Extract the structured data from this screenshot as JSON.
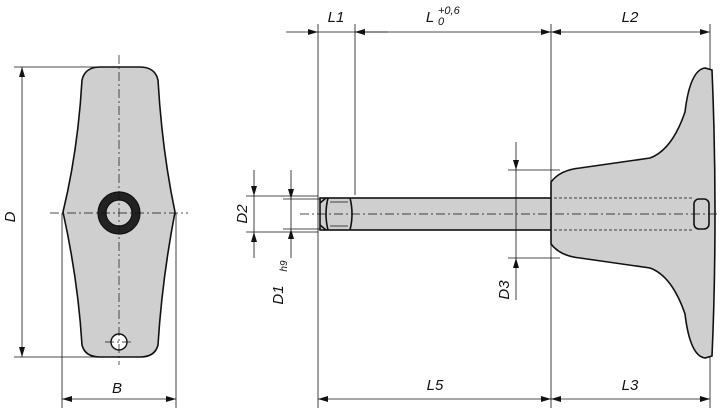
{
  "dimensions": {
    "L1": "L1",
    "L": "L",
    "L_tol_upper": "+0,6",
    "L_tol_lower": "0",
    "L2": "L2",
    "D": "D",
    "B": "B",
    "D2": "D2",
    "D1": "D1",
    "D1_tol": "h9",
    "D3": "D3",
    "L5": "L5",
    "L3": "L3"
  }
}
